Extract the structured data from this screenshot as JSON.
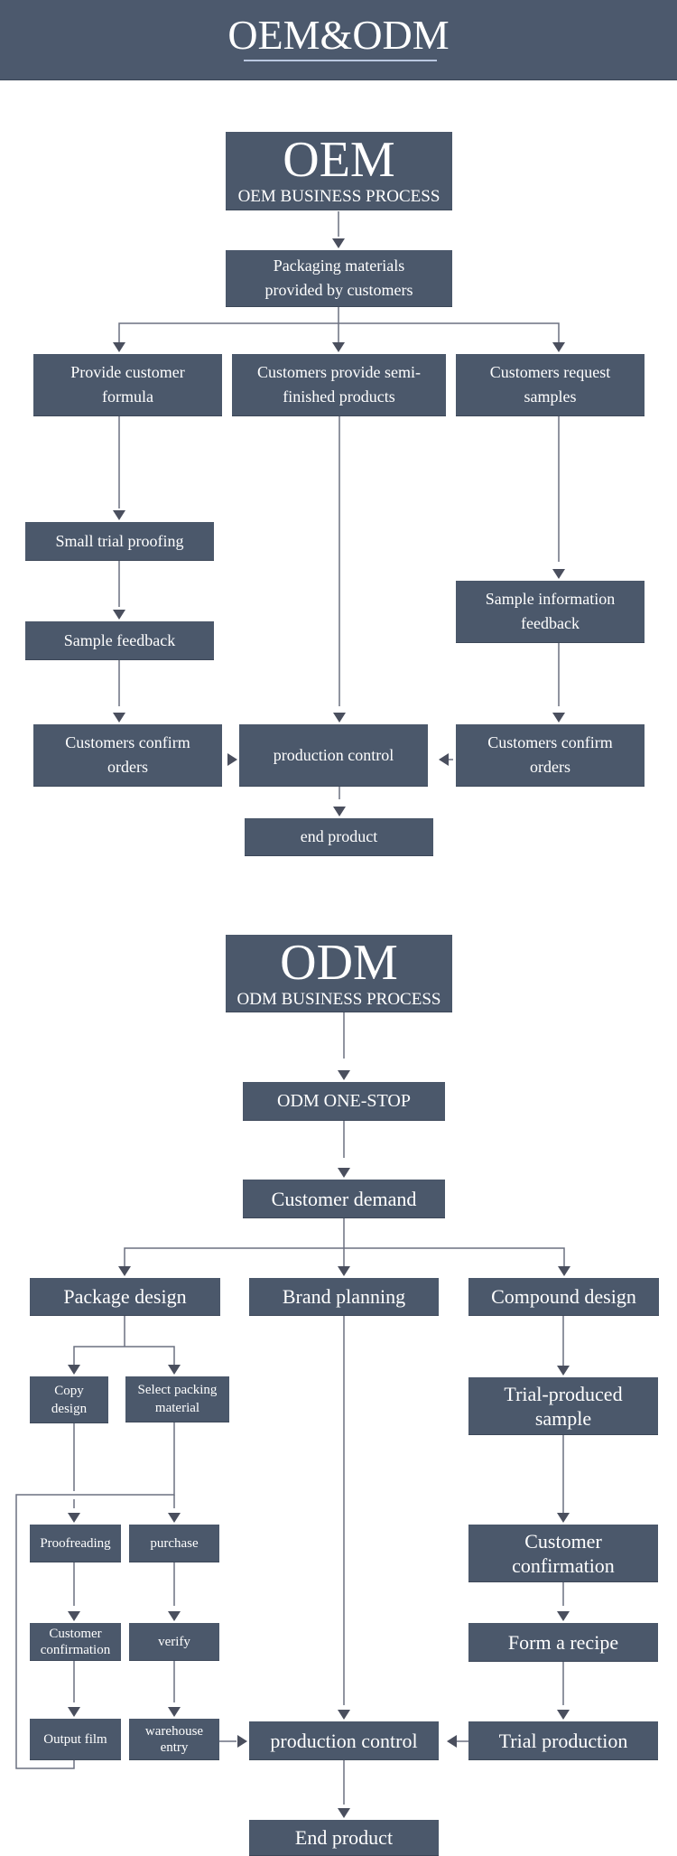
{
  "header": {
    "title": "OEM&ODM"
  },
  "oem": {
    "title": "OEM",
    "subtitle": "OEM BUSINESS PROCESS",
    "packaging": "Packaging materials provided by customers",
    "branches": {
      "formula": "Provide customer formula",
      "semi_finished": "Customers provide semi-finished products",
      "samples": "Customers request samples"
    },
    "small_trial": "Small trial proofing",
    "sample_feedback": "Sample feedback",
    "sample_info_feedback": "Sample information feedback",
    "confirm_left": "Customers confirm orders",
    "production_control": "production control",
    "confirm_right": "Customers confirm orders",
    "end_product": "end product"
  },
  "odm": {
    "title": "ODM",
    "subtitle": "ODM BUSINESS PROCESS",
    "one_stop": "ODM ONE-STOP",
    "customer_demand": "Customer demand",
    "branches": {
      "package_design": "Package design",
      "brand_planning": "Brand planning",
      "compound_design": "Compound design"
    },
    "copy_design": "Copy design",
    "select_material": "Select packing material",
    "proofreading": "Proofreading",
    "purchase": "purchase",
    "customer_confirmation_left": "Customer confirmation",
    "verify": "verify",
    "output_film": "Output film",
    "warehouse_entry": "warehouse entry",
    "trial_sample": "Trial-produced sample",
    "customer_confirmation_right": "Customer confirmation",
    "form_recipe": "Form a recipe",
    "trial_production": "Trial production",
    "production_control": "production control",
    "end_product": "End product"
  },
  "colors": {
    "box": "#4b586b",
    "header": "#4c596d",
    "line": "#6b7080",
    "arrow": "#4a4f5e"
  }
}
